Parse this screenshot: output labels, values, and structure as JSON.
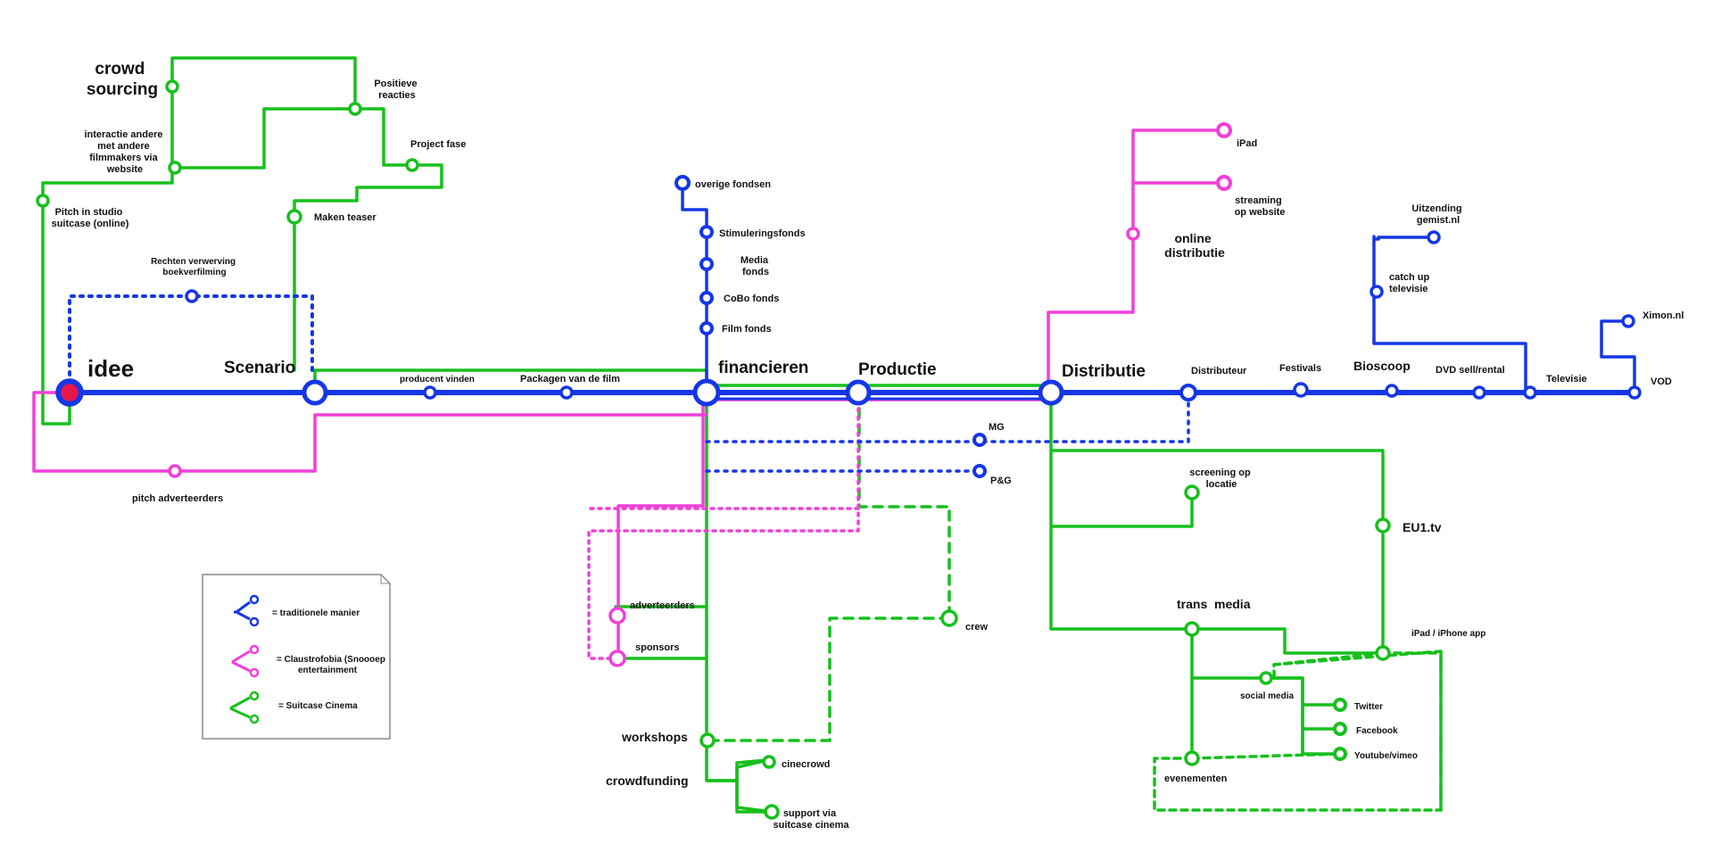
{
  "colors": {
    "blue": "#1537e6",
    "pink": "#f23fd8",
    "green": "#16c01c",
    "start_marker": "#e8174a"
  },
  "hubs": {
    "idee": "idee",
    "scenario": "Scenario",
    "financieren": "financieren",
    "productie": "Productie",
    "distributie": "Distributie"
  },
  "labels": {
    "crowd_sourcing": [
      "crowd",
      "sourcing"
    ],
    "positieve_reacties": [
      "Positieve",
      "reacties"
    ],
    "interactie": [
      "interactie andere",
      "met andere",
      "filmmakers via",
      "website"
    ],
    "project_fase": "Project fase",
    "pitch_studio": [
      "Pitch in studio",
      "suitcase (online)"
    ],
    "maken_teaser": "Maken teaser",
    "rechten": [
      "Rechten verwerving",
      "boekverfilming"
    ],
    "producent_vinden": "producent vinden",
    "packagen": "Packagen van de film",
    "pitch_adverteerders": "pitch adverteerders",
    "overige_fondsen": "overige fondsen",
    "stimuleringsfonds": "Stimuleringsfonds",
    "media_fonds": [
      "Media",
      "fonds"
    ],
    "cobo_fonds": "CoBo fonds",
    "film_fonds": "Film fonds",
    "mg": "MG",
    "pg": "P&G",
    "crew": "crew",
    "adverteerders": "adverteerders",
    "sponsors": "sponsors",
    "workshops": "workshops",
    "crowdfunding": "crowdfunding",
    "cinecrowd": "cinecrowd",
    "support": [
      "support via",
      "suitcase cinema"
    ],
    "ipad": "iPad",
    "streaming": [
      "streaming",
      "op website"
    ],
    "online_distributie": [
      "online",
      "distributie"
    ],
    "uitzending": [
      "Uitzending",
      "gemist.nl"
    ],
    "catch_up": [
      "catch up",
      "televisie"
    ],
    "ximon": "Ximon.nl",
    "distributeur": "Distributeur",
    "festivals": "Festivals",
    "bioscoop": "Bioscoop",
    "dvd": "DVD sell/rental",
    "televisie": "Televisie",
    "vod": "VOD",
    "screening": [
      "screening op",
      "locatie"
    ],
    "eu1": "EU1.tv",
    "trans_media": "trans  media",
    "ipad_app": "iPad / iPhone app",
    "social_media": "social media",
    "twitter": "Twitter",
    "facebook": "Facebook",
    "youtube": "Youtube/vimeo",
    "evenementen": "evenementen"
  },
  "legend": {
    "items": [
      {
        "color": "blue",
        "text": [
          "= traditionele manier"
        ]
      },
      {
        "color": "pink",
        "text": [
          "= Claustrofobia (Snoooep",
          "entertainment"
        ]
      },
      {
        "color": "green",
        "text": [
          "= Suitcase Cinema"
        ]
      }
    ]
  }
}
